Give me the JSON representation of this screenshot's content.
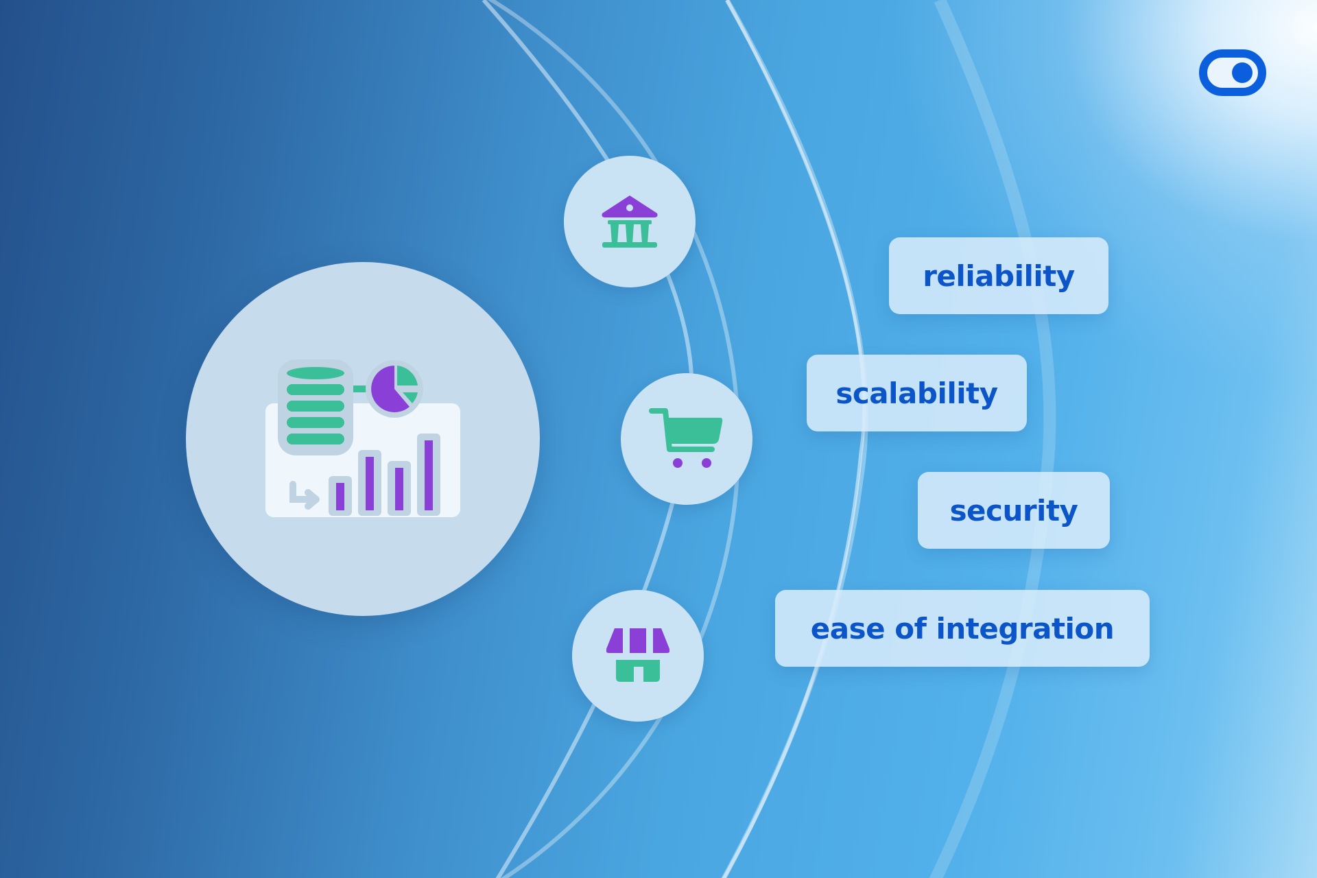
{
  "colors": {
    "bg_dark": "#24508a",
    "bg_mid": "#4aa6e0",
    "bg_light": "#ffffff",
    "hub_fill": "#c6dcec",
    "node_fill": "#c9e2f4",
    "pill_fill": "#d6eafa",
    "pill_text": "#0c55c8",
    "accent_green": "#3bbf98",
    "accent_purple": "#8a3fd6",
    "toggle_blue": "#0c5fdc"
  },
  "hub": {
    "icon": "database-analytics-dashboard-icon"
  },
  "nodes": [
    {
      "icon": "bank-icon"
    },
    {
      "icon": "shopping-cart-icon"
    },
    {
      "icon": "storefront-icon"
    }
  ],
  "features": [
    {
      "label": "reliability"
    },
    {
      "label": "scalability"
    },
    {
      "label": "security"
    },
    {
      "label": "ease of integration"
    }
  ],
  "logo": {
    "icon": "toggle-switch-icon",
    "state": "on"
  }
}
